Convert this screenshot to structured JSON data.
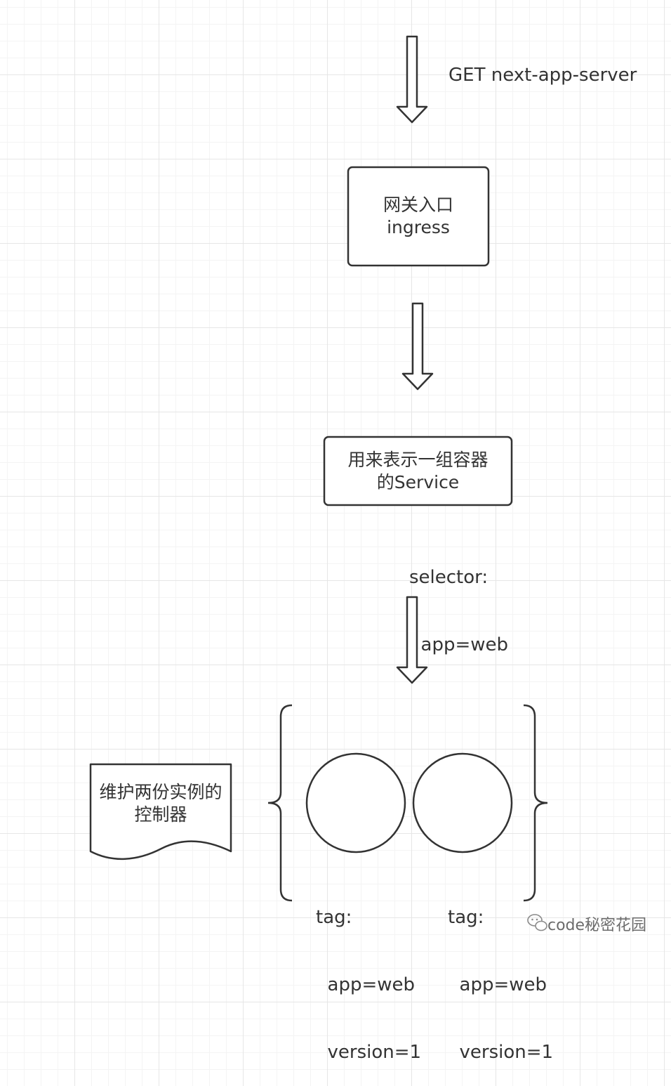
{
  "request_label": "GET next-app-server",
  "ingress_box": {
    "line1": "网关入口",
    "line2": "ingress"
  },
  "service_box": {
    "line1": "用来表示一组容器",
    "line2": "的Service"
  },
  "selector_label": {
    "line1": "selector:",
    "line2": "  app=web"
  },
  "controller_doc": {
    "line1": "维护两份实例的",
    "line2": "控制器"
  },
  "pods": [
    {
      "tag": "tag:",
      "app": "  app=web",
      "version": "  version=1"
    },
    {
      "tag": "tag:",
      "app": "  app=web",
      "version": "  version=1"
    }
  ],
  "watermark": "code秘密花园",
  "colors": {
    "stroke": "#333333",
    "grid_major": "#e6e6e6",
    "grid_minor": "#f4f4f4"
  }
}
